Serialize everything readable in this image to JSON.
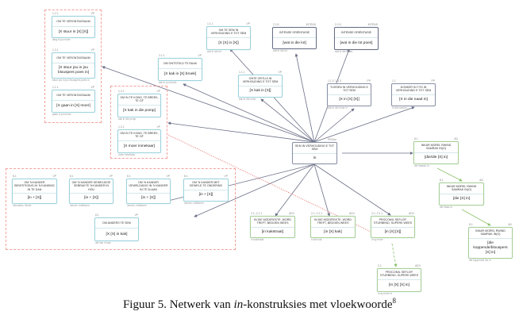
{
  "caption": {
    "prefix": "Figuur 5. Netwerk van ",
    "italic": "in",
    "suffix": "-konstruksies met vloekwoorde",
    "footnote": "8"
  },
  "colors": {
    "construction_border": "#9fd3dd",
    "central_border": "#6a6e86",
    "green_border": "#a9cf95",
    "dashed_group": "#f4a09a",
    "edge": "#6a6e86",
    "green_edge": "#8cc36b",
    "red_dotted": "#e4534f"
  },
  "nodes": [
    {
      "id": "a1",
      "code": "1.2.1",
      "tag": "VP",
      "head": "OM TE VERONTAGSAAM",
      "body": "[X stuur in [X] [X]]",
      "ex": "ding in jou moer"
    },
    {
      "id": "a2",
      "code": "1.2.1",
      "tag": "VP",
      "head": "OM TE VERONTAGSAAM",
      "body": "[X stuur jou in jou blouspers poes in]",
      "ex": "stuur jou in jou blouspers poes in"
    },
    {
      "id": "a3",
      "code": "1.1.1",
      "tag": "VP",
      "head": "OM TE VERONTAGSAAM",
      "body": "[X gaan in [X] moer]",
      "ex": "gaan in jou moer"
    },
    {
      "id": "b1",
      "code": "2.1.1",
      "tag": "VP",
      "head": "OM ONTSTELD TE RAAK",
      "body": "[X kak in [X] broek]",
      "ex": "kak in jou broek"
    },
    {
      "id": "c1",
      "code": "1.1.1",
      "tag": "VP",
      "head": "OM TE SEM IN VERHOUDING E TOT SEM",
      "body": "[X [X] in [X]]",
      "ex": "wat in die lot"
    },
    {
      "id": "d1",
      "code": "2.2.5",
      "tag": "INTENS",
      "head": "INTENSE ORIËNTASIE",
      "body": "[wat in die lot]",
      "ex": "wat in die lot"
    },
    {
      "id": "d2",
      "code": "2.2.5",
      "tag": "INTENS",
      "head": "INTENSE ORIËNTASIE",
      "body": "[wat in die lot poes]",
      "ex": "wat in die naam"
    },
    {
      "id": "e1",
      "code": "1.1.1",
      "tag": "VP",
      "head": "ONTE ORTLUI IN VERHOUDING E TOT SEM",
      "body": "[X kak in [X]]",
      "ex": "kak in die moer"
    },
    {
      "id": "f1",
      "code": "1.2.1",
      "tag": "VP",
      "head": "OM IN TE KONG, TE BREEK, TE OF",
      "body": "[X kak in die pomp]",
      "ex": "kak in die pomp"
    },
    {
      "id": "f2",
      "code": "1.2.1",
      "tag": "VP",
      "head": "OM IN TE KONG, TE BREEK, TE OF",
      "body": "[X moer inmekaar]",
      "ex": "moer inmekaar"
    },
    {
      "id": "g1",
      "code": "1.1.2; 1.1.3",
      "tag": "PP",
      "head": "TUSSEN IN VERHOUDING E TOT SEM",
      "body": "[X in [X] [X]]",
      "ex": "kak in die moer in"
    },
    {
      "id": "g2",
      "code": "1.1",
      "tag": "PP",
      "head": "DONKER IN TYD IN VERHOUDING E TOT SEM",
      "body": "[X in die naad in]",
      "ex": "in die naad in"
    },
    {
      "id": "hub",
      "code": "",
      "tag": "PRGen",
      "head": "SEM IN VERHOUDING E TOT SEM",
      "body": "in",
      "ex": ""
    },
    {
      "id": "h1",
      "code": "8.1",
      "tag": "AD",
      "head": "INKAR MOREL RWIND SAMRAK IN(O)",
      "body": "[die/die [X] in]",
      "ex": "die blaasin in"
    },
    {
      "id": "h2",
      "code": "8.1",
      "tag": "AD",
      "head": "INKAR MOREL RWIND SAMRAK IN(O)",
      "body": "[die [X] in]",
      "ex": "die blaas in"
    },
    {
      "id": "h3",
      "code": "8.1",
      "tag": "AD",
      "head": "INKAR MOREL RWIND SAMRAK IN(O)",
      "body": "[die koppende/blouspers [X] in]",
      "ex": "die koppende fok in"
    },
    {
      "id": "i1",
      "code": "2.1; 2.1.1",
      "tag": "ADV",
      "head": "IN DIE MODIFIEKTE, WORD TREFT, BEDOEN WEES",
      "body": "[in kakstraat]",
      "ex": "in kakstraat"
    },
    {
      "id": "i2",
      "code": "2.1; 2.1.1",
      "tag": "ADV",
      "head": "IN DIE MODIFIEKTE, WORD TREFT, BEDOEN WEES",
      "body": "[in [X] kak]",
      "ex": "in die kak"
    },
    {
      "id": "i3",
      "code": "2.1; 2.1.1",
      "tag": "ADV",
      "head": "PROCOMIL SEFLOP, STURBEND, SUPERK WEES",
      "body": "[in [X] [X]]",
      "ex": "in sy moer"
    },
    {
      "id": "i4",
      "code": "2.1",
      "tag": "ADV",
      "head": "PROCOMIL SEFLOP, STURBEND, SUPERK WEES",
      "body": "[in [X] [X] in]",
      "ex": "in sy moer in"
    },
    {
      "id": "j1",
      "code": "8.1",
      "tag": "VP",
      "head": "OM 'N KANDER BEVESTIGING IN 'N KANDING IN TE DAN",
      "body": "[in + [X]]",
      "ex": "inkonsies, inhols"
    },
    {
      "id": "j2",
      "code": "8.1",
      "tag": "VP",
      "head": "OM 'N KANDER GEWELDIGE SEBRAKTE 'N KANDER IN HOU",
      "body": "[in + [X]]",
      "ex": "inmoer, inbliksem"
    },
    {
      "id": "j3",
      "code": "8.1",
      "tag": "VP",
      "head": "OM 'N KANDER GEWELDADIG IN 'N KANDER IN TE SLAAN",
      "body": "[in + [X]]",
      "ex": "inmoer, inbliksem"
    },
    {
      "id": "j4",
      "code": "8.1",
      "tag": "VP",
      "head": "OM 'N KANDER MET GEWELD TE ONDERING",
      "body": "[in + [X]]",
      "ex": "inmoer, inbliksem"
    },
    {
      "id": "j5",
      "code": "8.1",
      "tag": "VP",
      "head": "OM ANDERS TE SEM",
      "body": "[X [X] in kak]",
      "ex": "die kak in kak"
    }
  ]
}
